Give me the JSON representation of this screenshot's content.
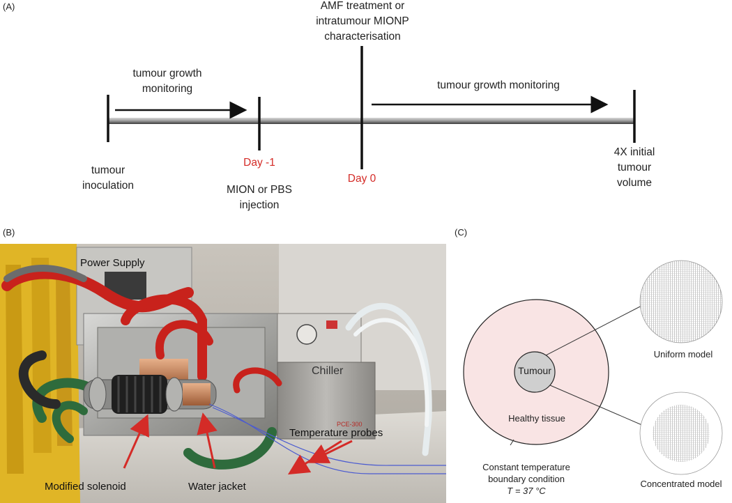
{
  "panels": {
    "a": "(A)",
    "b": "(B)",
    "c": "(C)"
  },
  "timeline": {
    "top_label_line1": "AMF treatment or",
    "top_label_line2": "intratumour MIONP",
    "top_label_line3": "characterisation",
    "growth_left_line1": "tumour growth",
    "growth_left_line2": "monitoring",
    "growth_right": "tumour growth monitoring",
    "inoculation_line1": "tumour",
    "inoculation_line2": "inoculation",
    "day_minus1": "Day -1",
    "injection_line1": "MION or PBS",
    "injection_line2": "injection",
    "day0": "Day 0",
    "end_line1": "4X initial",
    "end_line2": "tumour",
    "end_line3": "volume",
    "colors": {
      "day": "#d42b27",
      "line": "#111111"
    }
  },
  "photo": {
    "power_supply": "Power Supply",
    "chiller": "Chiller",
    "temperature_probes": "Temperature probes",
    "modified_solenoid": "Modified solenoid",
    "water_jacket": "Water jacket",
    "chiller_model": "PCE-300",
    "colors": {
      "arrow": "#d42b27",
      "hose": "#c8221c",
      "green_hose": "#2e6b3c"
    }
  },
  "model": {
    "tumour": "Tumour",
    "healthy_tissue": "Healthy tissue",
    "uniform_model": "Uniform model",
    "concentrated_model": "Concentrated model",
    "boundary_line1": "Constant temperature",
    "boundary_line2": "boundary condition",
    "boundary_line3": "T = 37 °C",
    "colors": {
      "healthy": "#f9e4e4",
      "tumour": "#cfcfcf"
    }
  }
}
